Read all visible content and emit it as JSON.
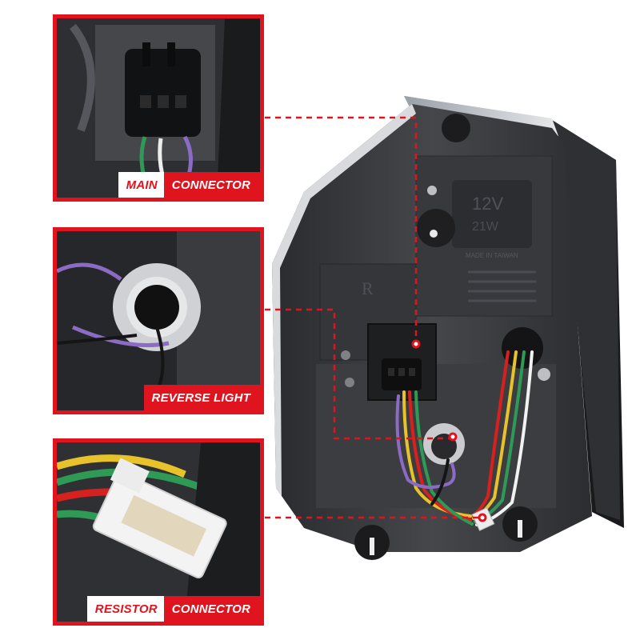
{
  "callouts": {
    "main": {
      "word1": "MAIN",
      "word2": "CONNECTOR"
    },
    "reverse": {
      "word1": "",
      "word2": "REVERSE LIGHT"
    },
    "resistor": {
      "word1": "RESISTOR",
      "word2": "CONNECTOR"
    }
  },
  "housing_text": {
    "voltage": "12V",
    "wattage": "21W",
    "made_in": "MADE IN TAIWAN",
    "letter": "R"
  },
  "colors": {
    "accent": "#e0141e",
    "housing": "#3a3b3e",
    "wire_red": "#d8201e",
    "wire_yellow": "#e8c22a",
    "wire_green": "#2f9a55",
    "wire_purple": "#8c6bc4",
    "wire_white": "#f2f2f2",
    "wire_black": "#151515"
  }
}
